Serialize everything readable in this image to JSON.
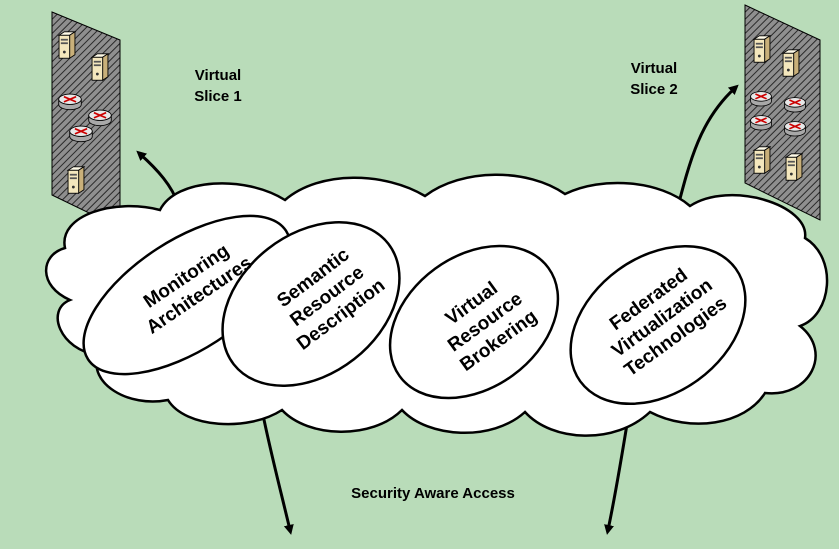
{
  "background_color": "#b9dcb9",
  "slices": [
    {
      "title_line1": "Virtual",
      "title_line2": "Slice 1"
    },
    {
      "title_line1": "Virtual",
      "title_line2": "Slice 2"
    }
  ],
  "components": [
    {
      "lines": [
        "Monitoring",
        "Architectures"
      ]
    },
    {
      "lines": [
        "Semantic",
        "Resource",
        "Description"
      ]
    },
    {
      "lines": [
        "Virtual",
        "Resource",
        "Brokering"
      ]
    },
    {
      "lines": [
        "Federated",
        "Virtualization",
        "Technologies"
      ]
    }
  ],
  "access_label": "Security Aware Access",
  "icons": [
    "server-icon",
    "router-icon"
  ]
}
